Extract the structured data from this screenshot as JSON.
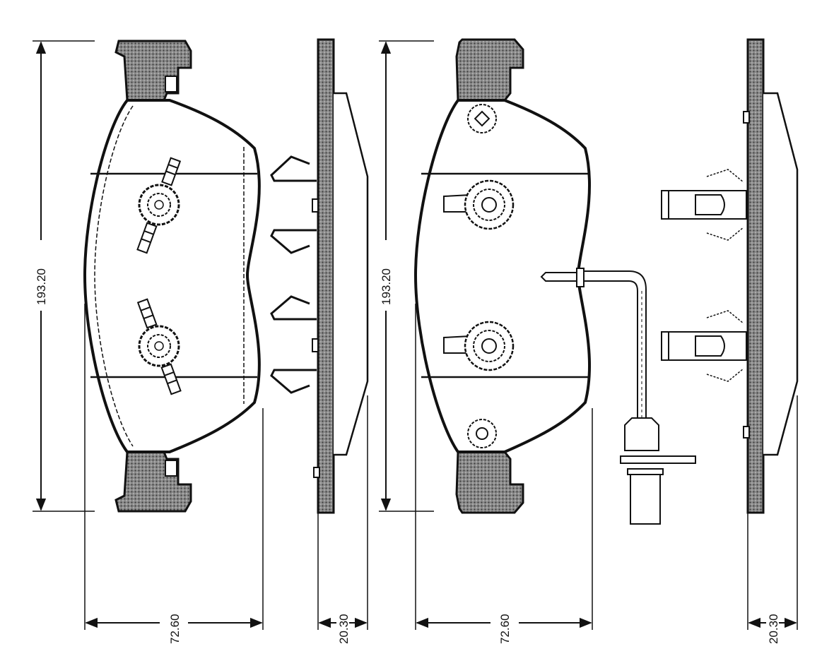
{
  "drawing": {
    "views": [
      {
        "id": "pad-left-front",
        "description": "inner brake pad, front view"
      },
      {
        "id": "pad-left-side",
        "description": "inner brake pad, side view with spring clips"
      },
      {
        "id": "pad-right-front",
        "description": "outer brake pad, front view with wear sensor"
      },
      {
        "id": "pad-right-side",
        "description": "outer brake pad, side view with retaining clips"
      }
    ],
    "dimensions": {
      "left_height": "193.20",
      "left_width": "72.60",
      "left_thickness": "20.30",
      "right_height": "193.20",
      "right_width": "72.60",
      "right_thickness": "20.30"
    },
    "colors": {
      "line": "#111111",
      "backing_plate": "#6b6b6b",
      "background": "#ffffff"
    }
  }
}
